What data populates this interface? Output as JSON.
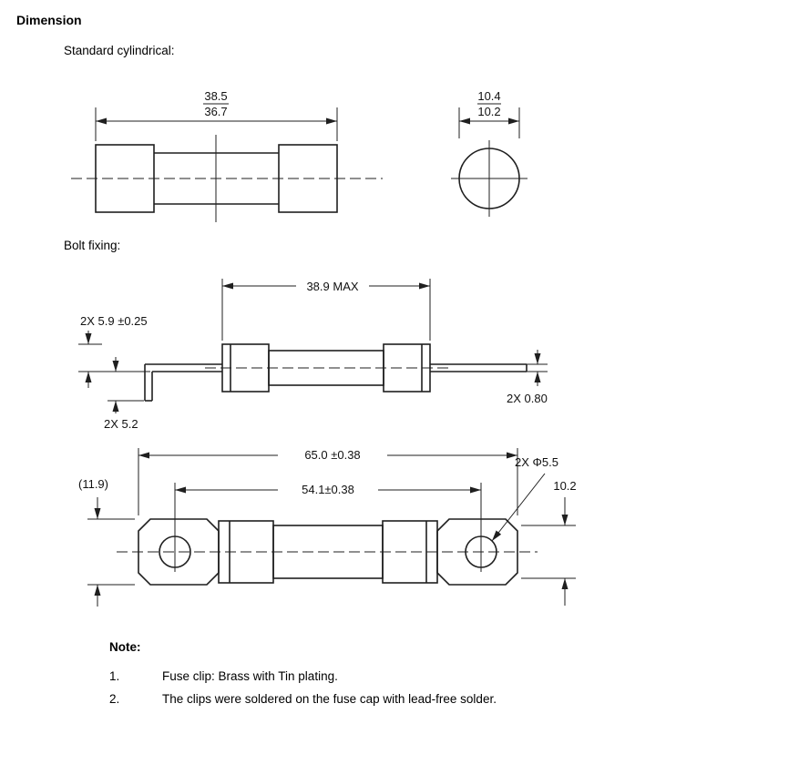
{
  "page": {
    "title": "Dimension"
  },
  "sections": {
    "standard_cylindrical": "Standard cylindrical:",
    "bolt_fixing": "Bolt fixing:"
  },
  "standard_cylindrical": {
    "length_upper": "38.5",
    "length_lower": "36.7",
    "diameter_upper": "10.4",
    "diameter_lower": "10.2"
  },
  "bolt_fixing_side": {
    "overall_length": "38.9 MAX",
    "lead_height": "2X 5.9 ±0.25",
    "lead_bend": "2X 5.2",
    "lead_thickness": "2X 0.80"
  },
  "bolt_fixing_top": {
    "overall_length": "65.0 ±0.38",
    "hole_spacing": "54.1±0.38",
    "hole_diameter": "2X Φ5.5",
    "body_width": "10.2",
    "tab_width": "(11.9)"
  },
  "note": {
    "title": "Note:",
    "items": [
      {
        "num": "1.",
        "text": "Fuse clip: Brass with Tin plating."
      },
      {
        "num": "2.",
        "text": "The clips were soldered on the fuse cap with lead-free solder."
      }
    ]
  }
}
